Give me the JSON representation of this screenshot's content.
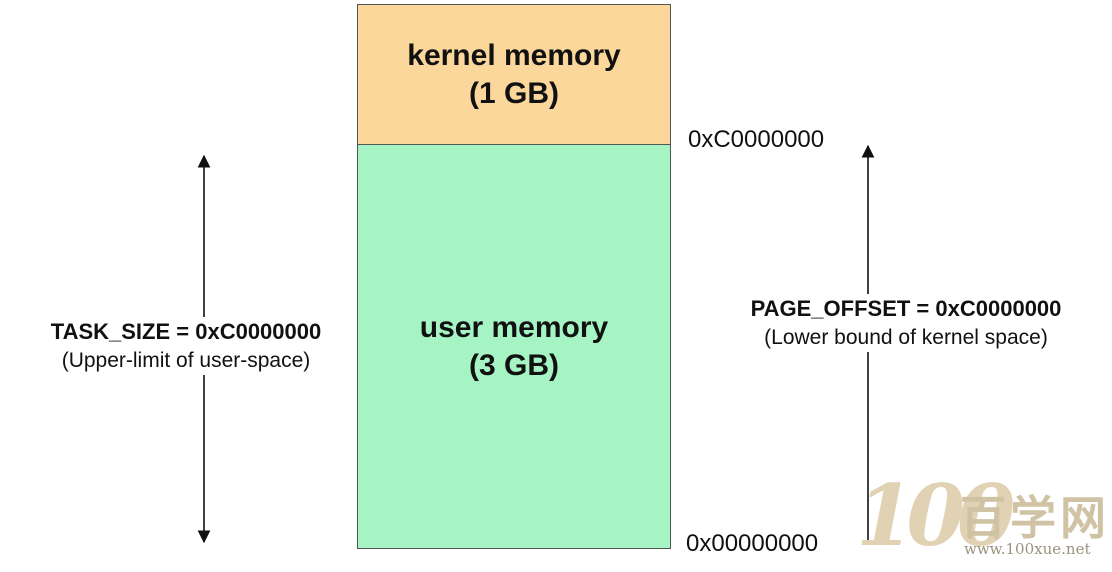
{
  "kernel_block": {
    "title": "kernel memory",
    "size": "(1 GB)"
  },
  "user_block": {
    "title": "user memory",
    "size": "(3 GB)"
  },
  "addresses": {
    "top": "0xC0000000",
    "bottom": "0x00000000"
  },
  "left_label": {
    "title": "TASK_SIZE = 0xC0000000",
    "desc": "(Upper-limit of user-space)"
  },
  "right_label": {
    "title": "PAGE_OFFSET = 0xC0000000",
    "desc": "(Lower bound of kernel space)"
  },
  "watermark": {
    "logo": "100",
    "name": "百学网",
    "url": "www.100xue.net"
  },
  "colors": {
    "kernel": "#fbd79c",
    "user": "#a6f4c4",
    "border": "#555555",
    "arrow": "#111111"
  }
}
